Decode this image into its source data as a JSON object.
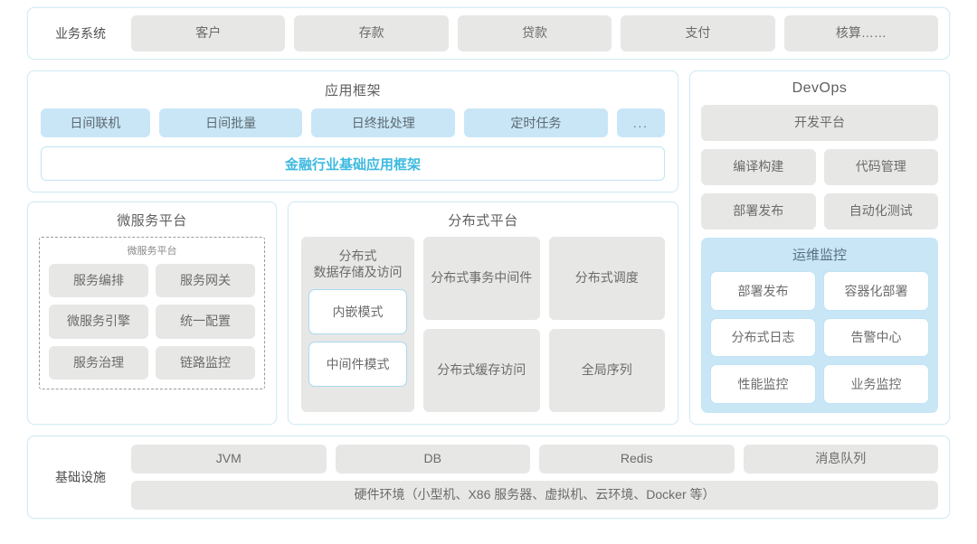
{
  "business_systems": {
    "label": "业务系统",
    "items": [
      "客户",
      "存款",
      "贷款",
      "支付",
      "核算……"
    ]
  },
  "app_framework": {
    "title": "应用框架",
    "chips": [
      "日间联机",
      "日间批量",
      "日终批处理",
      "定时任务",
      "..."
    ],
    "banner": "金融行业基础应用框架",
    "banner_color": "#3cb9e0"
  },
  "microservice_platform": {
    "title": "微服务平台",
    "inner_title": "微服务平台",
    "items": [
      "服务编排",
      "服务网关",
      "微服务引擎",
      "统一配置",
      "服务治理",
      "链路监控"
    ]
  },
  "distributed_platform": {
    "title": "分布式平台",
    "tall_card": {
      "title": "分布式\n数据存储及访问",
      "title_line1": "分布式",
      "title_line2": "数据存储及访问",
      "modes": [
        "内嵌模式",
        "中间件模式"
      ]
    },
    "grid": [
      {
        "line1": "分布式",
        "line2": "事务中间件"
      },
      {
        "line1": "分布式调度",
        "line2": ""
      },
      {
        "line1": "分布式",
        "line2": "缓存访问"
      },
      {
        "line1": "全局序列",
        "line2": ""
      }
    ]
  },
  "devops": {
    "title": "DevOps",
    "platform": "开发平台",
    "items": [
      "编译构建",
      "代码管理",
      "部署发布",
      "自动化测试"
    ],
    "monitor": {
      "title": "运维监控",
      "items": [
        "部署发布",
        "容器化部署",
        "分布式日志",
        "告警中心",
        "性能监控",
        "业务监控"
      ]
    }
  },
  "infrastructure": {
    "label": "基础设施",
    "items": [
      "JVM",
      "DB",
      "Redis",
      "消息队列"
    ],
    "hardware": "硬件环境（小型机、X86 服务器、虚拟机、云环境、Docker 等）"
  },
  "colors": {
    "panel_border": "#d4ebf4",
    "card_gray": "#e7e7e6",
    "chip_blue": "#c9e6f7",
    "accent": "#3cb9e0"
  }
}
